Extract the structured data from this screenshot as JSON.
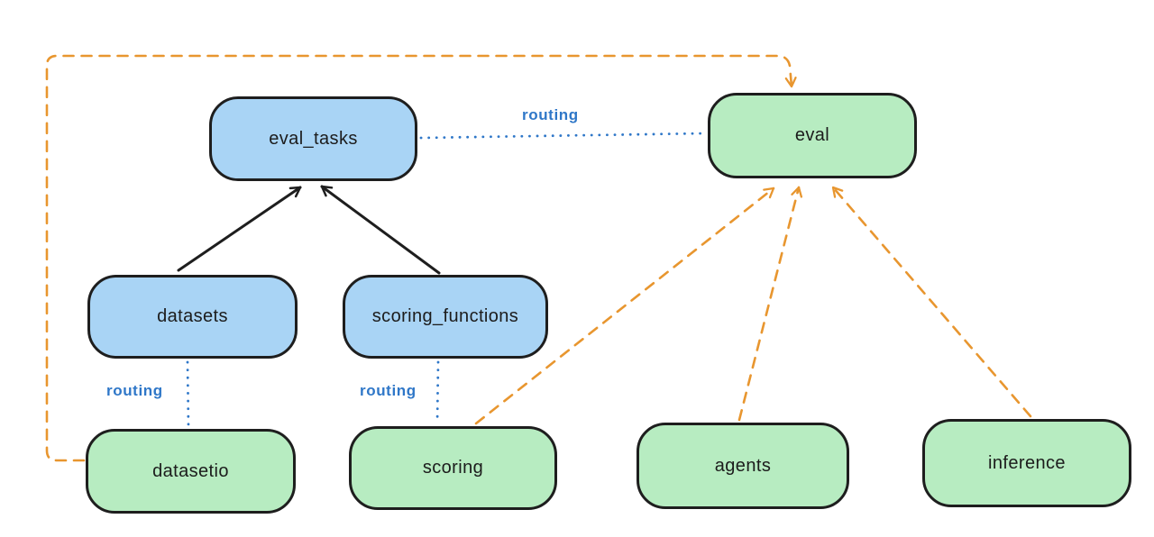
{
  "diagram": {
    "nodes": {
      "eval_tasks": {
        "label": "eval_tasks",
        "kind": "resource"
      },
      "datasets": {
        "label": "datasets",
        "kind": "resource"
      },
      "scoring_functions": {
        "label": "scoring_functions",
        "kind": "resource"
      },
      "eval": {
        "label": "eval",
        "kind": "api"
      },
      "datasetio": {
        "label": "datasetio",
        "kind": "api"
      },
      "scoring": {
        "label": "scoring",
        "kind": "api"
      },
      "agents": {
        "label": "agents",
        "kind": "api"
      },
      "inference": {
        "label": "inference",
        "kind": "api"
      }
    },
    "edge_label": {
      "routing": "routing"
    },
    "edges": [
      {
        "from": "datasets",
        "to": "eval_tasks",
        "style": "solid-arrow"
      },
      {
        "from": "scoring_functions",
        "to": "eval_tasks",
        "style": "solid-arrow"
      },
      {
        "from": "eval_tasks",
        "to": "eval",
        "style": "dotted",
        "label": "routing"
      },
      {
        "from": "datasets",
        "to": "datasetio",
        "style": "dotted",
        "label": "routing"
      },
      {
        "from": "scoring_functions",
        "to": "scoring",
        "style": "dotted",
        "label": "routing"
      },
      {
        "from": "datasetio",
        "to": "eval",
        "style": "dashed-arrow"
      },
      {
        "from": "scoring",
        "to": "eval",
        "style": "dashed-arrow"
      },
      {
        "from": "agents",
        "to": "eval",
        "style": "dashed-arrow"
      },
      {
        "from": "inference",
        "to": "eval",
        "style": "dashed-arrow"
      }
    ],
    "colors": {
      "blue_fill": "#a9d4f5",
      "green_fill": "#b7ecc1",
      "stroke": "#1e1e1e",
      "routing_blue": "#2f77c8",
      "orange": "#e8962f",
      "background": "#ffffff"
    }
  }
}
